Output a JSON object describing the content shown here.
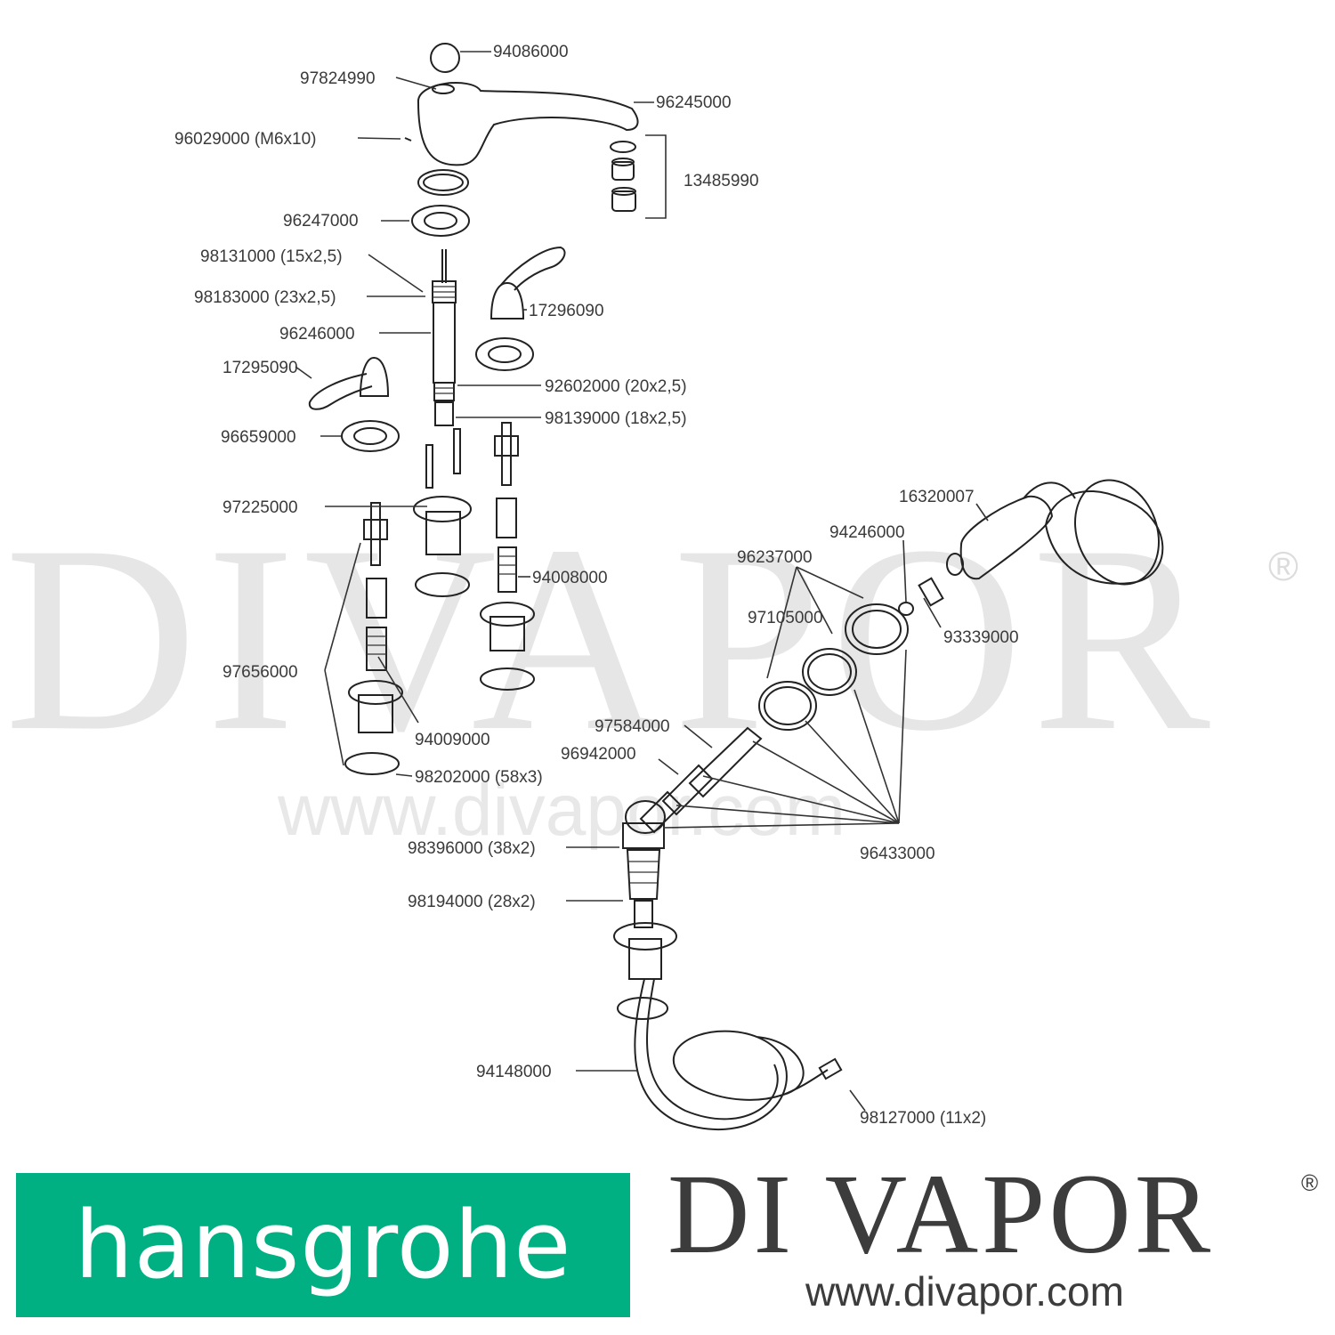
{
  "watermark": {
    "brand": "DIVAPOR",
    "registered": "®",
    "url": "www.divapor.com"
  },
  "labels": [
    {
      "id": "p94086000",
      "text": "94086000"
    },
    {
      "id": "p97824990",
      "text": "97824990"
    },
    {
      "id": "p96245000",
      "text": "96245000"
    },
    {
      "id": "p96029000",
      "text": "96029000 (M6x10)"
    },
    {
      "id": "p13485990",
      "text": "13485990"
    },
    {
      "id": "p96247000",
      "text": "96247000"
    },
    {
      "id": "p98131000",
      "text": "98131000 (15x2,5)"
    },
    {
      "id": "p98183000",
      "text": "98183000 (23x2,5)"
    },
    {
      "id": "p17296090",
      "text": "17296090"
    },
    {
      "id": "p96246000",
      "text": "96246000"
    },
    {
      "id": "p17295090",
      "text": "17295090"
    },
    {
      "id": "p92602000",
      "text": "92602000 (20x2,5)"
    },
    {
      "id": "p98139000",
      "text": "98139000 (18x2,5)"
    },
    {
      "id": "p96659000",
      "text": "96659000"
    },
    {
      "id": "p97225000",
      "text": "97225000"
    },
    {
      "id": "p16320007",
      "text": "16320007"
    },
    {
      "id": "p94246000",
      "text": "94246000"
    },
    {
      "id": "p96237000",
      "text": "96237000"
    },
    {
      "id": "p94008000",
      "text": "94008000"
    },
    {
      "id": "p97105000",
      "text": "97105000"
    },
    {
      "id": "p93339000",
      "text": "93339000"
    },
    {
      "id": "p97656000",
      "text": "97656000"
    },
    {
      "id": "p94009000",
      "text": "94009000"
    },
    {
      "id": "p97584000",
      "text": "97584000"
    },
    {
      "id": "p96942000",
      "text": "96942000"
    },
    {
      "id": "p98202000",
      "text": "98202000 (58x3)"
    },
    {
      "id": "p98396000",
      "text": "98396000 (38x2)"
    },
    {
      "id": "p96433000",
      "text": "96433000"
    },
    {
      "id": "p98194000",
      "text": "98194000 (28x2)"
    },
    {
      "id": "p94148000",
      "text": "94148000"
    },
    {
      "id": "p98127000",
      "text": "98127000 (11x2)"
    }
  ],
  "logos": {
    "hansgrohe": {
      "text": "hansgrohe",
      "color": "#00b083"
    },
    "divapor": {
      "wordmark": "DI VAPOR",
      "registered": "®",
      "url": "www.divapor.com",
      "color": "#3c3c3c"
    }
  }
}
